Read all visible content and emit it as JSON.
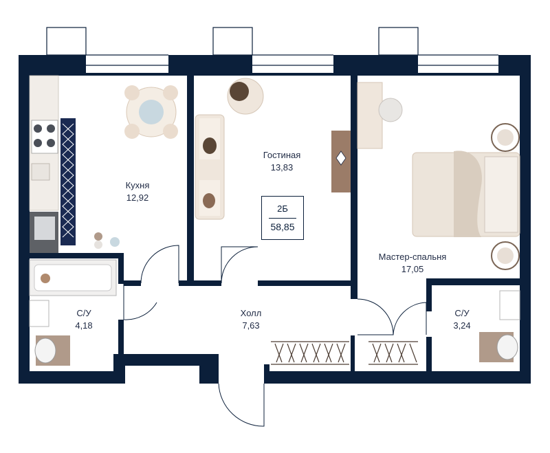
{
  "apartment": {
    "type": "2Б",
    "total_area": "58,85"
  },
  "rooms": [
    {
      "id": "kitchen",
      "name": "Кухня",
      "area": "12,92"
    },
    {
      "id": "living",
      "name": "Гостиная",
      "area": "13,83"
    },
    {
      "id": "master",
      "name": "Мастер-спальня",
      "area": "17,05"
    },
    {
      "id": "bath1",
      "name": "С/У",
      "area": "4,18"
    },
    {
      "id": "hall",
      "name": "Холл",
      "area": "7,63"
    },
    {
      "id": "bath2",
      "name": "С/У",
      "area": "3,24"
    }
  ],
  "colors": {
    "wall": "#0b1f3a",
    "furniture": "#efe6dc",
    "accent": "#8a6a55"
  }
}
